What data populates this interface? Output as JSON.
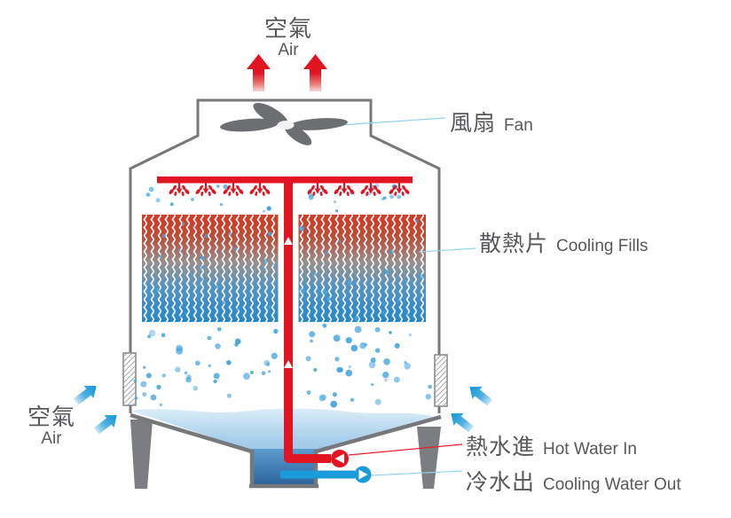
{
  "labels": {
    "air_top": {
      "zh": "空氣",
      "en": "Air"
    },
    "fan": {
      "zh": "風扇",
      "en": "Fan"
    },
    "cooling_fills": {
      "zh": "散熱片",
      "en": "Cooling Fills"
    },
    "air_side": {
      "zh": "空氣",
      "en": "Air"
    },
    "hot_water_in": {
      "zh": "熱水進",
      "en": "Hot Water In"
    },
    "cooling_water_out": {
      "zh": "冷水出",
      "en": "Cooling Water Out"
    }
  },
  "icons": {
    "fan": "fan-icon",
    "air_exhaust": "red-up-arrow-icon",
    "air_intake": "blue-diagonal-arrow-icon",
    "sprinkler": "sprinkler-spray-icon",
    "hot_flow_marker": "flow-in-left-arrow-icon",
    "cold_flow_marker": "flow-out-right-arrow-icon",
    "louver": "louver-hatch-icon"
  },
  "colors": {
    "hot_red": "#e11422",
    "cold_blue": "#1b9cd9",
    "structure_gray": "#77787b",
    "fan_gray": "#6d6e71",
    "text_gray": "#57585b",
    "droplet_blue": "#45a5dd",
    "leader_blue": "#93d2f0",
    "water_light": "#dceef9",
    "water_deep": "#2b629c",
    "fills_hot": "#cd3b25",
    "fills_mid": "#93908e",
    "fills_cold": "#2a86c6"
  }
}
